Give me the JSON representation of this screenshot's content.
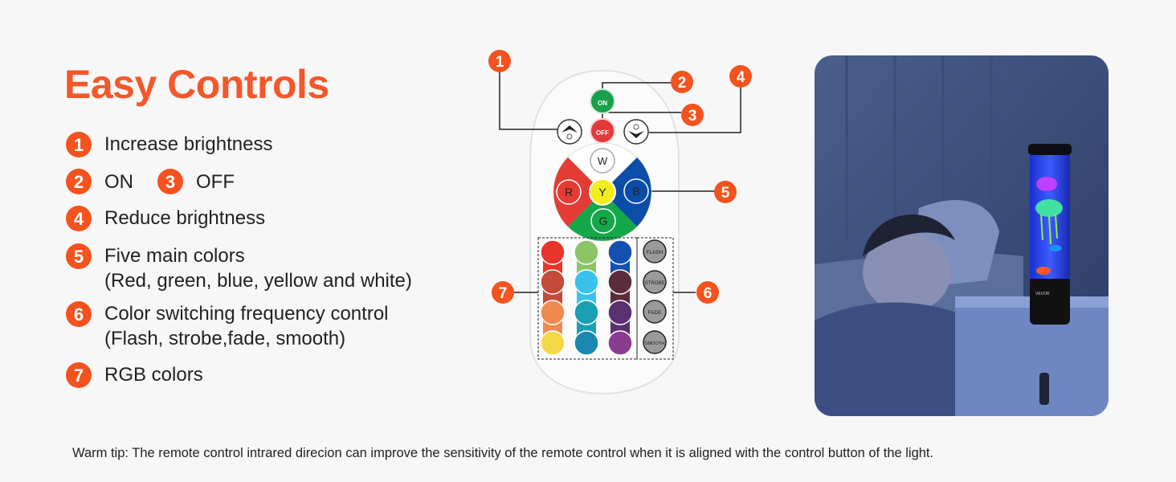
{
  "title": "Easy Controls",
  "features": [
    {
      "num": "1",
      "text": "Increase brightness"
    },
    {
      "num": "2",
      "text": "ON"
    },
    {
      "num": "3",
      "text": "OFF"
    },
    {
      "num": "4",
      "text": "Reduce brightness"
    },
    {
      "num": "5",
      "text": "Five main colors",
      "sub": "(Red, green, blue, yellow and white)"
    },
    {
      "num": "6",
      "text": "Color switching frequency control",
      "sub": "(Flash, strobe,fade, smooth)"
    },
    {
      "num": "7",
      "text": "RGB colors"
    }
  ],
  "remote": {
    "on_label": "ON",
    "off_label": "OFF",
    "main_colors": {
      "w": "W",
      "r": "R",
      "y": "Y",
      "b": "B",
      "g": "G"
    },
    "modes": [
      "FLASH",
      "STROBE",
      "FADE",
      "SMOOTH"
    ],
    "callouts": [
      "1",
      "2",
      "3",
      "4",
      "5",
      "6",
      "7"
    ],
    "rgb_grid_colors": [
      [
        "#e8352c",
        "#8cc468",
        "#1450b0"
      ],
      [
        "#c44a3a",
        "#39c3ec",
        "#5a2c3c"
      ],
      [
        "#f08a50",
        "#1aa0b0",
        "#5a3070"
      ],
      [
        "#f5d84a",
        "#1a88b0",
        "#8a3c90"
      ]
    ]
  },
  "photo": {
    "lamp_brand": "VEVOR"
  },
  "tip": "Warm tip: The remote control intrared direcion can improve the sensitivity of the remote control when it is aligned with the control button of the light.",
  "colors": {
    "accent": "#f4521e",
    "background": "#f7f7f7"
  }
}
